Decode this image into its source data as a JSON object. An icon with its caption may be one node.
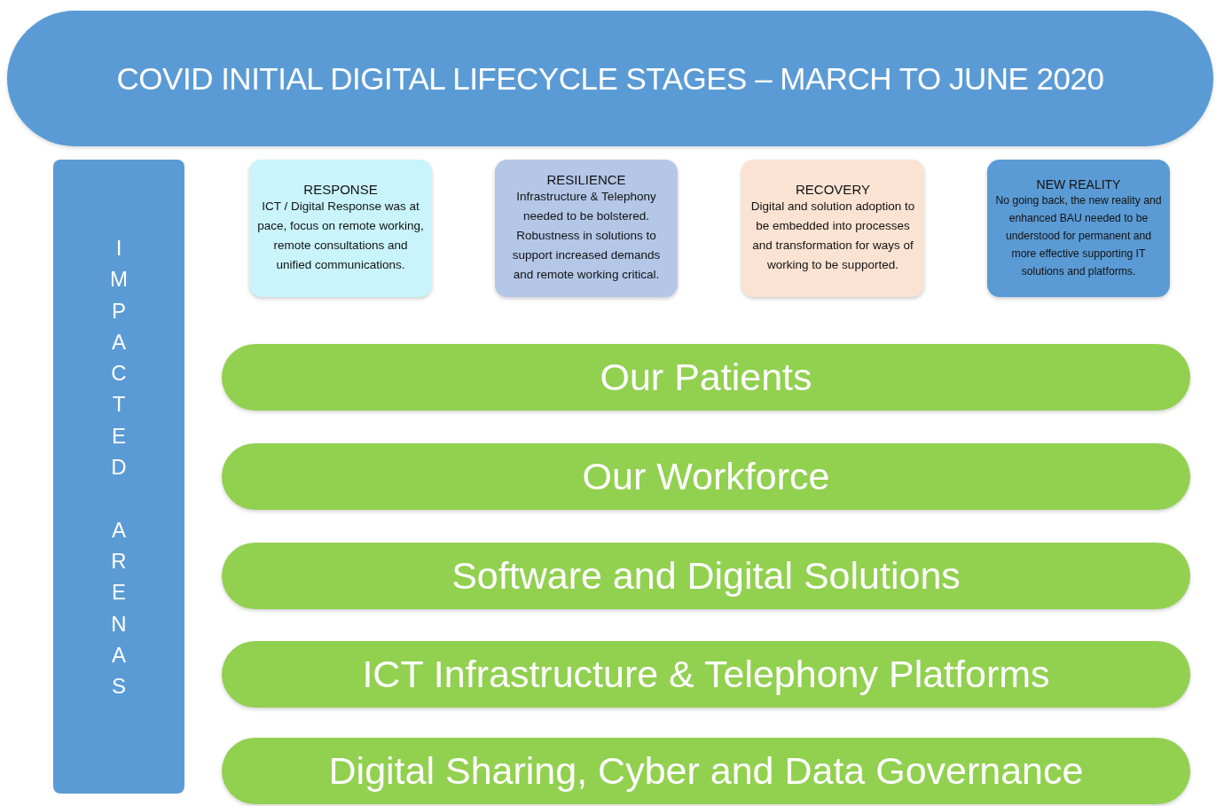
{
  "diagram": {
    "title": "COVID INITIAL DIGITAL LIFECYCLE STAGES – MARCH TO JUNE 2020",
    "nodes": [
      {
        "text": [
          "IMPACTED ARENAS"
        ]
      },
      {
        "text": [
          "RESPONSE",
          "ICT / Digital Response was at pace, focus on remote working, remote consultations and unified communications."
        ]
      },
      {
        "text": [
          "RESILIENCE",
          "Infrastructure & Telephony needed to be bolstered. Robustness in solutions to support increased demands and remote working critical."
        ]
      },
      {
        "text": [
          "RECOVERY",
          "Digital and solution adoption to be embedded into processes and transformation for ways of working to be supported."
        ]
      },
      {
        "text": [
          "NEW REALITY",
          "No going back, the new reality and enhanced BAU needed to be understood for permanent and more effective supporting IT solutions and platforms."
        ]
      },
      {
        "text": [
          "Our Patients"
        ]
      },
      {
        "text": [
          "Our Workforce"
        ]
      },
      {
        "text": [
          "Software and Digital Solutions"
        ]
      },
      {
        "text": [
          "ICT Infrastructure & Telephony Platforms"
        ]
      },
      {
        "text": [
          "Digital Sharing, Cyber and Data Governance"
        ]
      }
    ]
  }
}
